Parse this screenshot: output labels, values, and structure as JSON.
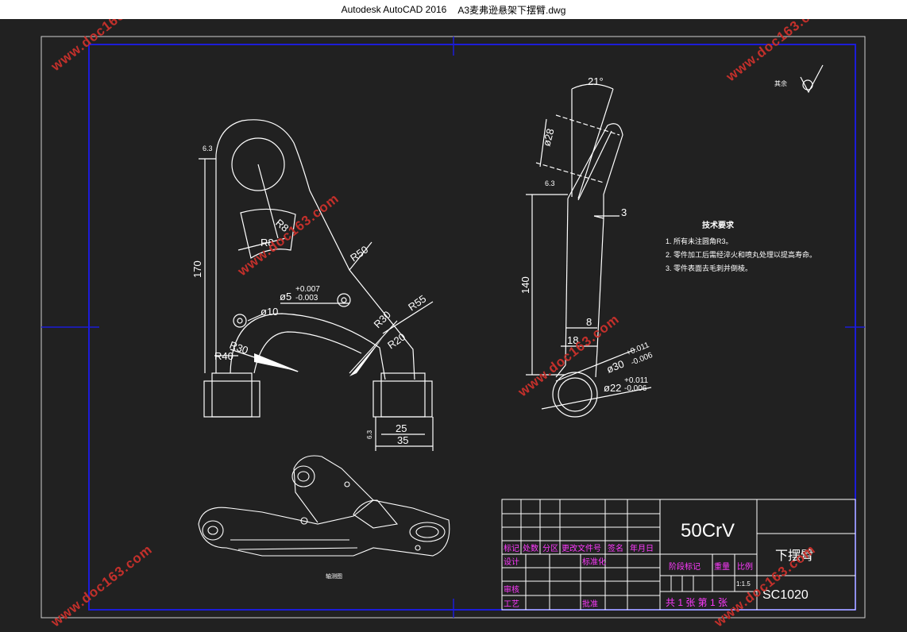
{
  "window": {
    "app_title": "Autodesk AutoCAD 2016",
    "file_title": "A3麦弗逊悬架下摆臂.dwg"
  },
  "colors": {
    "background": "#212121",
    "lines": "#ffffff",
    "frame": "#1c1cd8",
    "title_magenta": "#ff3aff",
    "watermark": "#c3302b"
  },
  "watermark": "www.doc163.com",
  "roughness_symbol_text": "其余",
  "front_view": {
    "dim_roughness": "6.3",
    "dim_height": "170",
    "dim_r8a": "R8",
    "dim_r8b": "R8",
    "dim_r50": "R50",
    "dim_hole": "ø5",
    "dim_tol_plus": "+0.007",
    "dim_tol_minus": "-0.003",
    "dim_phi10": "ø10",
    "dim_r55": "R55",
    "dim_r30a": "R30",
    "dim_r20": "R20",
    "dim_r30b": "R30",
    "dim_r40": "R40",
    "dim_25": "25",
    "dim_35": "35",
    "dim_side_roughness": "6.3"
  },
  "side_view": {
    "dim_angle": "21°",
    "dim_phi28": "ø28",
    "dim_roughness": "6.3",
    "dim_3": "3",
    "dim_140": "140",
    "dim_8": "8",
    "dim_18": "18",
    "dim_phi30": "ø30",
    "dim_phi30_plus": "+0.011",
    "dim_phi30_minus": "-0.006",
    "dim_phi22": "ø22",
    "dim_phi22_plus": "+0.011",
    "dim_phi22_minus": "-0.006"
  },
  "iso_caption": "轴测图",
  "tech_req": {
    "title": "技术要求",
    "items": [
      "1. 所有未注圆角R3。",
      "2. 零件加工后需经淬火和喷丸处理以提高寿命。",
      "3. 零件表面去毛刺并倒棱。"
    ]
  },
  "title_block": {
    "material": "50CrV",
    "part_name": "下摆臂",
    "drawing_no": "SC1020",
    "hdr_mark": "标记",
    "hdr_count": "处数",
    "hdr_zone": "分区",
    "hdr_change": "更改文件号",
    "hdr_sign": "签名",
    "hdr_date": "年月日",
    "lbl_design": "设计",
    "lbl_std": "标准化",
    "lbl_review": "审核",
    "lbl_process": "工艺",
    "lbl_approve": "批准",
    "lbl_stage": "阶段标记",
    "lbl_weight": "重量",
    "lbl_scale": "比例",
    "scale_value": "1:1.5",
    "sheets": "共 1 张 第 1 张"
  }
}
